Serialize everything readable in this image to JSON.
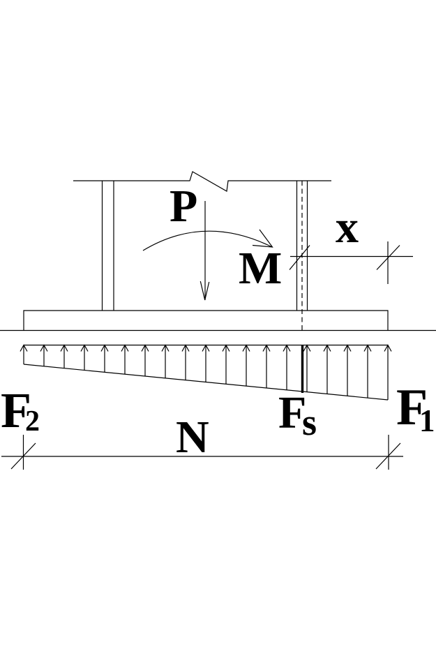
{
  "diagram": {
    "labels": {
      "load": "P",
      "moment": "M",
      "eccentricity": "x",
      "force_left": {
        "base": "F",
        "sub": "2"
      },
      "force_anchor": {
        "base": "F",
        "sub": "s"
      },
      "force_right": {
        "base": "F",
        "sub": "1"
      },
      "base_width": "N"
    },
    "pressure_distribution": {
      "arrow_count": 19
    },
    "colors": {
      "ink": "#000000",
      "background": "#ffffff"
    }
  }
}
